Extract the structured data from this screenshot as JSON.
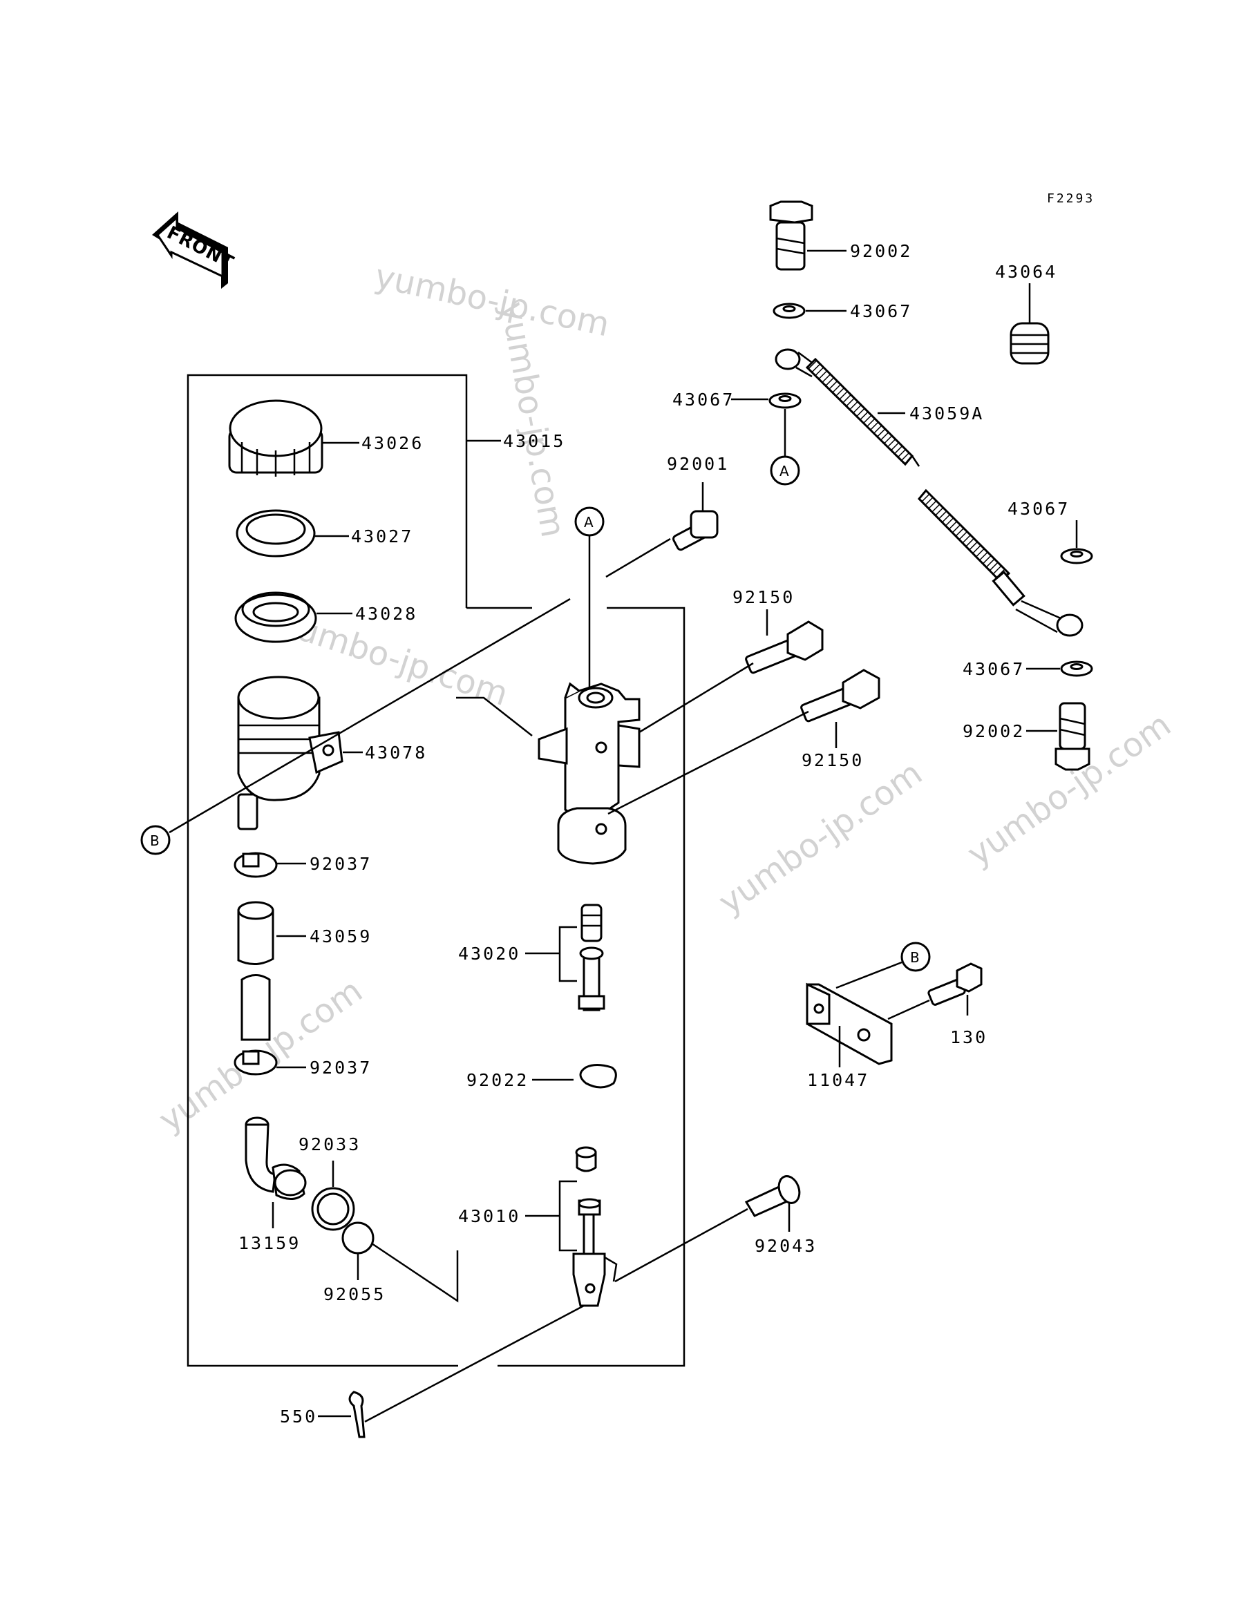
{
  "figure_code": "F2293",
  "front_label": "FRONT",
  "watermarks": [
    "yumbo-jp.com",
    "yumbo-jp.com",
    "yumbo-jp.com",
    "yumbo-jp.com",
    "yumbo-jp.com",
    "yumbo-jp.com"
  ],
  "callouts": {
    "a": "A",
    "b": "B"
  },
  "part_numbers": {
    "p92002_top": "92002",
    "p43064": "43064",
    "p43067_1": "43067",
    "p43067_2": "43067",
    "p43059A": "43059A",
    "p43067_3": "43067",
    "p43067_4": "43067",
    "p92002_bottom": "92002",
    "p92001": "92001",
    "p43026": "43026",
    "p43015": "43015",
    "p43027": "43027",
    "p43028": "43028",
    "p92150_1": "92150",
    "p92150_2": "92150",
    "p43078": "43078",
    "p92037_1": "92037",
    "p43059": "43059",
    "p43020": "43020",
    "p130": "130",
    "p11047": "11047",
    "p92022": "92022",
    "p92037_2": "92037",
    "p92033": "92033",
    "p43010": "43010",
    "p13159": "13159",
    "p92055": "92055",
    "p92043": "92043",
    "p550": "550"
  },
  "colors": {
    "ink": "#000000",
    "watermark": "#d2d2d2",
    "paper": "#ffffff"
  }
}
